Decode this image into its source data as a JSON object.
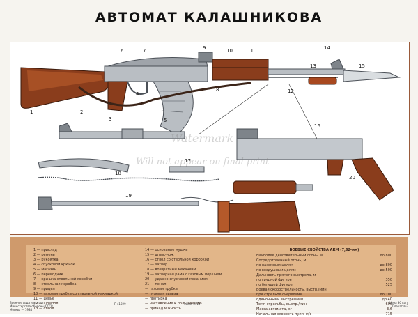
{
  "title": "АВТОМАТ КАЛАШНИКОВА",
  "watermark": {
    "line1": "Watermark",
    "line2": "Will not appear on final print"
  },
  "callouts": [
    "1",
    "2",
    "3",
    "4",
    "5",
    "6",
    "7",
    "8",
    "9",
    "10",
    "11",
    "12",
    "13",
    "14",
    "15",
    "16",
    "17",
    "18",
    "19",
    "20"
  ],
  "legend_left": [
    "1 — приклад",
    "2 — ремень",
    "3 — рукоятка",
    "4 — спусковой крючок",
    "5 — магазин",
    "6 — переводчик",
    "7 — крышка ствольной коробки",
    "8 — ствольная коробка",
    "9 — прицел",
    "10 — газовая трубка со ствольной накладкой",
    "11 — цевьё",
    "12 — шомпол",
    "13 — ствол"
  ],
  "legend_mid": [
    "14 — основание мушки",
    "15 — штык-нож",
    "16 — ствол со ствольной коробкой",
    "17 — затвор",
    "18 — возвратный механизм",
    "19 — затворная рама с газовым поршнем",
    "20 — ударно-спусковой механизм",
    "21 — пенал",
    "— газовая трубка",
    "— пулевая гильза",
    "— протирка",
    "— наставление к пользованию",
    "— принадлежность"
  ],
  "specs": {
    "heading": "БОЕВЫЕ СВОЙСТВА АКМ (7,62-мм)",
    "rows": [
      {
        "label": "Наиболее действительный огонь, м",
        "value": "до 800"
      },
      {
        "label": "Сосредоточенный огонь, м",
        "value": ""
      },
      {
        "label": "по наземным целям",
        "value": "до 800"
      },
      {
        "label": "по воздушным целям",
        "value": "до 500"
      },
      {
        "label": "Дальность прямого выстрела, м",
        "value": ""
      },
      {
        "label": "по грудной фигуре",
        "value": "350"
      },
      {
        "label": "по бегущей фигуре",
        "value": "525"
      },
      {
        "label": "Боевая скорострельность, выстр./мин",
        "value": ""
      },
      {
        "label": "при стрельбе очередями",
        "value": "до 100"
      },
      {
        "label": "одиночными выстрелами",
        "value": "до 40"
      },
      {
        "label": "Темп стрельбы, выстр./мин",
        "value": "600"
      },
      {
        "label": "Масса автомата, кг",
        "value": "3,6"
      },
      {
        "label": "Начальная скорость пули, м/с",
        "value": "715"
      }
    ]
  },
  "footer": {
    "publisher": "Военное издательство\nМинистерства обороны СССР\nМосква — 1984",
    "code": "Г-41029",
    "order": "Заказ 4710",
    "price": "Цена 30 коп.\nПлакат №2"
  },
  "colors": {
    "wood": "#8a3d1c",
    "wood_light": "#b4592a",
    "steel": "#b9bec3",
    "steel_dark": "#4b5057",
    "legend_outer": "#cf9a6c",
    "legend_inner": "#e2b689",
    "strap": "#3b2418"
  }
}
